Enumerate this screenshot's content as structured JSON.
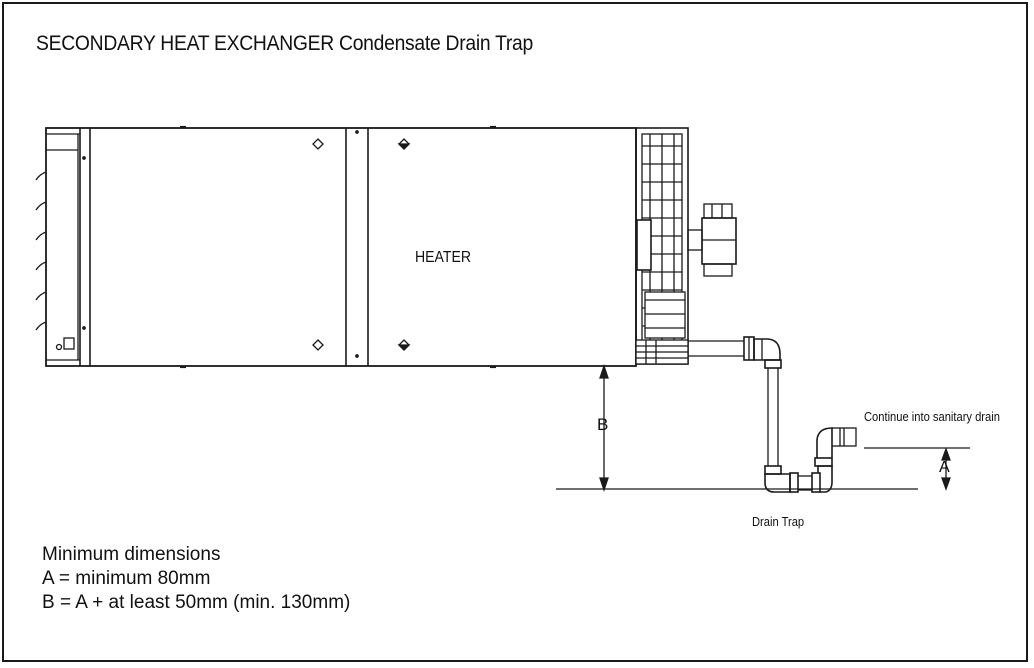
{
  "title": "SECONDARY HEAT EXCHANGER Condensate Drain Trap",
  "labels": {
    "heater": "HEATER",
    "dim_b": "B",
    "dim_a": "A",
    "continue": "Continue into sanitary drain",
    "drain_trap": "Drain Trap"
  },
  "notes": [
    "Minimum dimensions",
    "A = minimum 80mm",
    "B = A + at least 50mm (min. 130mm)"
  ],
  "colors": {
    "line": "#1a1a1a",
    "background": "#ffffff"
  }
}
